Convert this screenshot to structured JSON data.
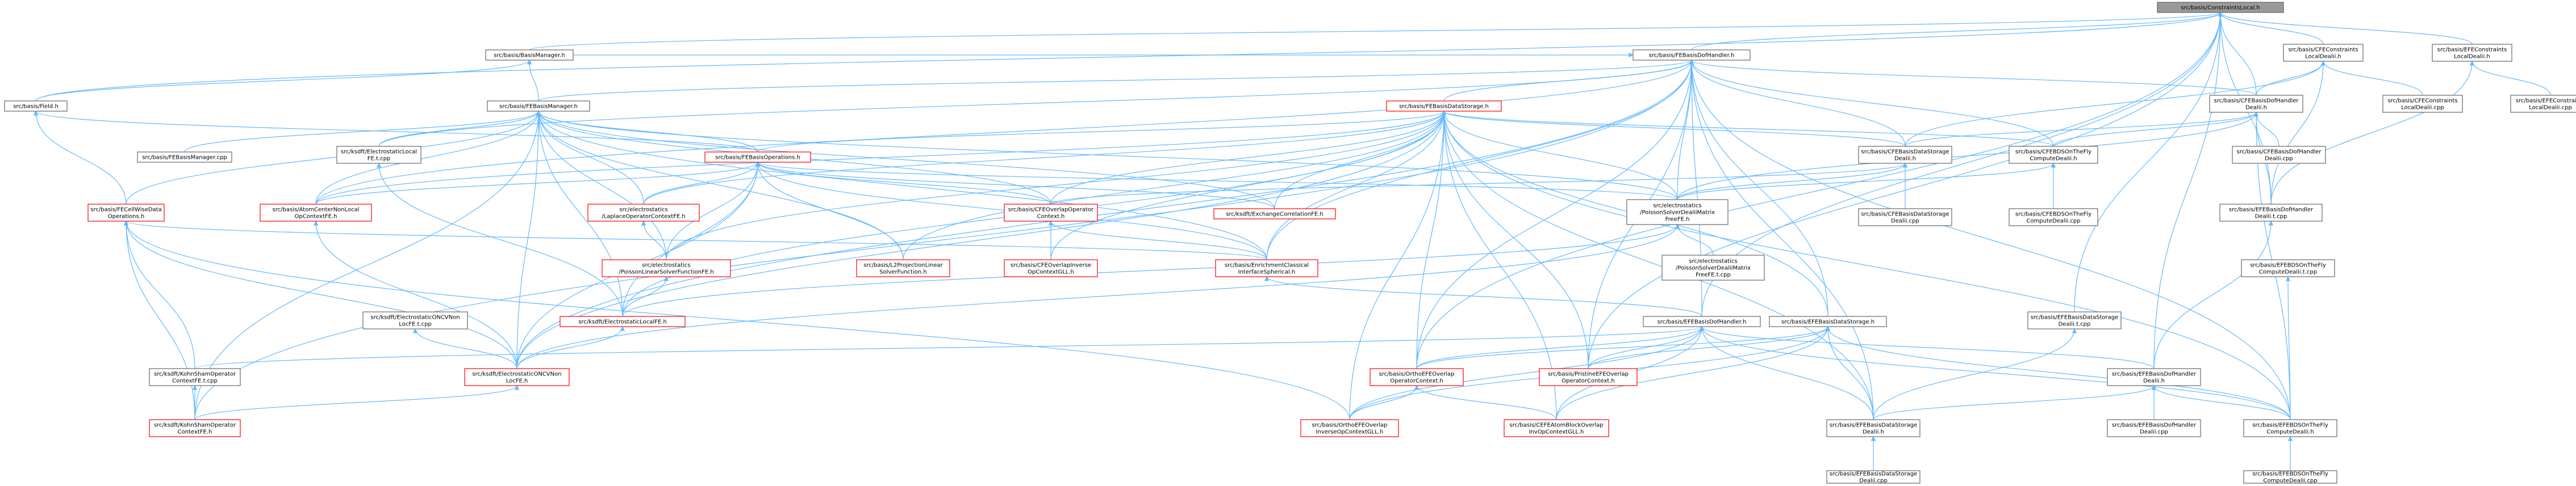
{
  "colors": {
    "edge": "#63b8ff",
    "node_fill": "#ffffff",
    "node_border": "#666666",
    "red_border": "#ff0000",
    "root_fill": "#999999",
    "root_border": "#666666"
  },
  "nodes": [
    {
      "id": "root",
      "lines": [
        "src/basis/ConstraintsLocal.h"
      ],
      "style": "root"
    },
    {
      "id": "febdof",
      "lines": [
        "src/basis/FEBasisDofHandler.h"
      ],
      "style": "normal"
    },
    {
      "id": "cfecons",
      "lines": [
        "src/basis/CFEConstraints",
        "LocalDealii.h"
      ],
      "style": "normal"
    },
    {
      "id": "efecons",
      "lines": [
        "src/basis/EFEConstraints",
        "LocalDealii.h"
      ],
      "style": "normal"
    },
    {
      "id": "bmgr",
      "lines": [
        "src/basis/BasisManager.h"
      ],
      "style": "normal"
    },
    {
      "id": "field",
      "lines": [
        "src/basis/Field.h"
      ],
      "style": "normal"
    },
    {
      "id": "cfeconsCpp",
      "lines": [
        "src/basis/CFEConstraints",
        "LocalDealii.cpp"
      ],
      "style": "normal"
    },
    {
      "id": "efeconsCpp",
      "lines": [
        "src/basis/EFEConstraints",
        "LocalDealii.cpp"
      ],
      "style": "normal"
    },
    {
      "id": "cfedof",
      "lines": [
        "src/basis/CFEBasisDofHandler",
        "Dealii.h"
      ],
      "style": "normal"
    },
    {
      "id": "febmgr",
      "lines": [
        "src/basis/FEBasisManager.h"
      ],
      "style": "normal"
    },
    {
      "id": "febds",
      "lines": [
        "src/basis/FEBasisDataStorage.h"
      ],
      "style": "red"
    },
    {
      "id": "febmgrCpp",
      "lines": [
        "src/basis/FEBasisManager.cpp"
      ],
      "style": "normal"
    },
    {
      "id": "ksdftEsLocal",
      "lines": [
        "src/ksdft/ElectrostaticLocal",
        "FE.t.cpp"
      ],
      "style": "normal"
    },
    {
      "id": "febops",
      "lines": [
        "src/basis/FEBasisOperations.h"
      ],
      "style": "red"
    },
    {
      "id": "cfebdsDealii",
      "lines": [
        "src/basis/CFEBasisDataStorage",
        "Dealii.h"
      ],
      "style": "normal"
    },
    {
      "id": "cfebdsOtf",
      "lines": [
        "src/basis/CFEBDSOnTheFly",
        "ComputeDealii.h"
      ],
      "style": "normal"
    },
    {
      "id": "cfedofCpp",
      "lines": [
        "src/basis/CFEBasisDofHandler",
        "Dealii.cpp"
      ],
      "style": "normal"
    },
    {
      "id": "cellWise",
      "lines": [
        "src/basis/FECellWiseData",
        "Operations.h"
      ],
      "style": "red"
    },
    {
      "id": "atomCenter",
      "lines": [
        "src/basis/AtomCenterNonLocal",
        "OpContextFE.h"
      ],
      "style": "red"
    },
    {
      "id": "laplace",
      "lines": [
        "src/electrostatics",
        "/LaplaceOperatorContextFE.h"
      ],
      "style": "red"
    },
    {
      "id": "cfeOverlap",
      "lines": [
        "src/basis/CFEOverlapOperator",
        "Context.h"
      ],
      "style": "red"
    },
    {
      "id": "exchange",
      "lines": [
        "src/ksdft/ExchangeCorrelationFE.h"
      ],
      "style": "red"
    },
    {
      "id": "poissonDealii",
      "lines": [
        "src/electrostatics",
        "/PoissonSolverDealiiMatrix",
        "FreeFE.h"
      ],
      "style": "normal"
    },
    {
      "id": "cfebdsDealiiCpp",
      "lines": [
        "src/basis/CFEBasisDataStorage",
        "Dealii.cpp"
      ],
      "style": "normal"
    },
    {
      "id": "cfebdsOtfCpp",
      "lines": [
        "src/basis/CFEBDSOnTheFly",
        "ComputeDealii.cpp"
      ],
      "style": "normal"
    },
    {
      "id": "efedofDealiiCpp",
      "lines": [
        "src/basis/EFEBasisDofHandler",
        "Dealii.t.cpp"
      ],
      "style": "normal"
    },
    {
      "id": "poissonLinear",
      "lines": [
        "src/electrostatics",
        "/PoissonLinearSolverFunctionFE.h"
      ],
      "style": "red"
    },
    {
      "id": "l2proj",
      "lines": [
        "src/basis/L2ProjectionLinear",
        "SolverFunction.h"
      ],
      "style": "red"
    },
    {
      "id": "cfeOverlapInv",
      "lines": [
        "src/basis/CFEOverlapInverse",
        "OpContextGLL.h"
      ],
      "style": "red"
    },
    {
      "id": "enrichment",
      "lines": [
        "src/basis/EnrichmentClassical",
        "InterfaceSpherical.h"
      ],
      "style": "red"
    },
    {
      "id": "poissonDealiiCpp",
      "lines": [
        "src/electrostatics",
        "/PoissonSolverDealiiMatrix",
        "FreeFE.t.cpp"
      ],
      "style": "normal"
    },
    {
      "id": "efebdsOtfT",
      "lines": [
        "src/basis/EFEBDSOnTheFly",
        "ComputeDealii.t.cpp"
      ],
      "style": "normal"
    },
    {
      "id": "ksdftOncv",
      "lines": [
        "src/ksdft/ElectrostaticONCVNon",
        "LocFE.t.cpp"
      ],
      "style": "normal"
    },
    {
      "id": "esLocalFE",
      "lines": [
        "src/ksdft/ElectrostaticLocalFE.h"
      ],
      "style": "red"
    },
    {
      "id": "efedof",
      "lines": [
        "src/basis/EFEBasisDofHandler.h"
      ],
      "style": "normal"
    },
    {
      "id": "efebds",
      "lines": [
        "src/basis/EFEBasisDataStorage.h"
      ],
      "style": "normal"
    },
    {
      "id": "efebdsDealiiT",
      "lines": [
        "src/basis/EFEBasisDataStorage",
        "Dealii.t.cpp"
      ],
      "style": "normal"
    },
    {
      "id": "kohnCpp",
      "lines": [
        "src/ksdft/KohnShamOperator",
        "ContextFE.t.cpp"
      ],
      "style": "normal"
    },
    {
      "id": "oncvH",
      "lines": [
        "src/ksdft/ElectrostaticONCVNon",
        "LocFE.h"
      ],
      "style": "red"
    },
    {
      "id": "orthoEfe",
      "lines": [
        "src/basis/OrthoEFEOverlap",
        "OperatorContext.h"
      ],
      "style": "red"
    },
    {
      "id": "pristine",
      "lines": [
        "src/basis/PristineEFEOverlap",
        "OperatorContext.h"
      ],
      "style": "red"
    },
    {
      "id": "efedofDealiiH",
      "lines": [
        "src/basis/EFEBasisDofHandler",
        "Dealii.h"
      ],
      "style": "normal"
    },
    {
      "id": "kohnH",
      "lines": [
        "src/ksdft/KohnShamOperator",
        "ContextFE.h"
      ],
      "style": "red"
    },
    {
      "id": "orthoInv",
      "lines": [
        "src/basis/OrthoEFEOverlap",
        "InverseOpContextGLL.h"
      ],
      "style": "red"
    },
    {
      "id": "cefeAtom",
      "lines": [
        "src/basis/CEFEAtomBlockOverlap",
        "InvOpContextGLL.h"
      ],
      "style": "red"
    },
    {
      "id": "efebdsDealiiH",
      "lines": [
        "src/basis/EFEBasisDataStorage",
        "Dealii.h"
      ],
      "style": "normal"
    },
    {
      "id": "efedofDealiiCpp2",
      "lines": [
        "src/basis/EFEBasisDofHandler",
        "Dealii.cpp"
      ],
      "style": "normal"
    },
    {
      "id": "efebdsOtfH",
      "lines": [
        "src/basis/EFEBDSOnTheFly",
        "ComputeDealii.h"
      ],
      "style": "normal"
    },
    {
      "id": "efebdsDealiiCpp",
      "lines": [
        "src/basis/EFEBasisDataStorage",
        "Dealii.cpp"
      ],
      "style": "normal"
    },
    {
      "id": "efebdsOtfCpp",
      "lines": [
        "src/basis/EFEBDSOnTheFly",
        "ComputeDealii.cpp"
      ],
      "style": "normal"
    }
  ],
  "edges": [
    [
      "root",
      "febdof"
    ],
    [
      "root",
      "cfecons"
    ],
    [
      "root",
      "efecons"
    ],
    [
      "root",
      "bmgr"
    ],
    [
      "root",
      "field"
    ],
    [
      "root",
      "cfedof"
    ],
    [
      "root",
      "efedof"
    ],
    [
      "root",
      "efedofDealiiH"
    ],
    [
      "root",
      "efebdsDealiiT"
    ],
    [
      "root",
      "pristine"
    ],
    [
      "root",
      "orthoEfe"
    ],
    [
      "root",
      "efedofDealiiCpp"
    ],
    [
      "cfecons",
      "cfeconsCpp"
    ],
    [
      "cfecons",
      "cfedof"
    ],
    [
      "cfecons",
      "cfebdsDealii"
    ],
    [
      "cfecons",
      "efedofDealiiCpp"
    ],
    [
      "efecons",
      "efeconsCpp"
    ],
    [
      "efecons",
      "efedofDealiiCpp"
    ],
    [
      "bmgr",
      "field"
    ],
    [
      "bmgr",
      "febmgr"
    ],
    [
      "field",
      "febops"
    ],
    [
      "field",
      "cellWise"
    ],
    [
      "febdof",
      "bmgr"
    ],
    [
      "febdof",
      "febmgr"
    ],
    [
      "febdof",
      "febds"
    ],
    [
      "febdof",
      "cfedof"
    ],
    [
      "febdof",
      "cfebdsDealii"
    ],
    [
      "febdof",
      "cfebdsOtf"
    ],
    [
      "febdof",
      "ksdftEsLocal"
    ],
    [
      "febdof",
      "efebds"
    ],
    [
      "febdof",
      "efedof"
    ],
    [
      "febdof",
      "orthoEfe"
    ],
    [
      "febdof",
      "pristine"
    ],
    [
      "febdof",
      "efebdsDealiiH"
    ],
    [
      "febdof",
      "efebdsOtfH"
    ],
    [
      "febdof",
      "poissonDealii"
    ],
    [
      "febdof",
      "enrichment"
    ],
    [
      "febdof",
      "atomCenter"
    ],
    [
      "febdof",
      "oncvH"
    ],
    [
      "febdof",
      "kohnH"
    ],
    [
      "cfedof",
      "cfedofCpp"
    ],
    [
      "cfedof",
      "cfebdsOtf"
    ],
    [
      "cfedof",
      "efebdsOtfH"
    ],
    [
      "cfedof",
      "cfebdsDealii"
    ],
    [
      "cfedof",
      "poissonDealii"
    ],
    [
      "febmgr",
      "febmgrCpp"
    ],
    [
      "febmgr",
      "febops"
    ],
    [
      "febmgr",
      "ksdftEsLocal"
    ],
    [
      "febmgr",
      "cellWise"
    ],
    [
      "febmgr",
      "atomCenter"
    ],
    [
      "febmgr",
      "laplace"
    ],
    [
      "febmgr",
      "cfeOverlap"
    ],
    [
      "febmgr",
      "poissonDealii"
    ],
    [
      "febmgr",
      "poissonLinear"
    ],
    [
      "febmgr",
      "l2proj"
    ],
    [
      "febmgr",
      "enrichment"
    ],
    [
      "febmgr",
      "esLocalFE"
    ],
    [
      "febmgr",
      "oncvH"
    ],
    [
      "febmgr",
      "kohnH"
    ],
    [
      "febmgr",
      "exchange"
    ],
    [
      "febds",
      "febops"
    ],
    [
      "febds",
      "cfebdsDealii"
    ],
    [
      "febds",
      "cfebdsOtf"
    ],
    [
      "febds",
      "exchange"
    ],
    [
      "febds",
      "laplace"
    ],
    [
      "febds",
      "cfeOverlap"
    ],
    [
      "febds",
      "poissonDealii"
    ],
    [
      "febds",
      "poissonLinear"
    ],
    [
      "febds",
      "l2proj"
    ],
    [
      "febds",
      "enrichment"
    ],
    [
      "febds",
      "esLocalFE"
    ],
    [
      "febds",
      "efebds"
    ],
    [
      "febds",
      "orthoEfe"
    ],
    [
      "febds",
      "pristine"
    ],
    [
      "febds",
      "orthoInv"
    ],
    [
      "febds",
      "cefeAtom"
    ],
    [
      "febds",
      "oncvH"
    ],
    [
      "febds",
      "efebdsDealiiH"
    ],
    [
      "febds",
      "efebdsOtfH"
    ],
    [
      "febds",
      "atomCenter"
    ],
    [
      "febds",
      "cfeOverlapInv"
    ],
    [
      "febops",
      "laplace"
    ],
    [
      "febops",
      "cfeOverlap"
    ],
    [
      "febops",
      "poissonLinear"
    ],
    [
      "febops",
      "l2proj"
    ],
    [
      "febops",
      "enrichment"
    ],
    [
      "febops",
      "esLocalFE"
    ],
    [
      "febops",
      "atomCenter"
    ],
    [
      "febops",
      "exchange"
    ],
    [
      "febops",
      "oncvH"
    ],
    [
      "febops",
      "poissonDealii"
    ],
    [
      "ksdftEsLocal",
      "esLocalFE"
    ],
    [
      "cfebdsDealii",
      "cfebdsDealiiCpp"
    ],
    [
      "cfebdsDealii",
      "cfeOverlap"
    ],
    [
      "cfebdsDealii",
      "poissonDealii"
    ],
    [
      "cfebdsOtf",
      "cfebdsOtfCpp"
    ],
    [
      "cfebdsOtf",
      "poissonDealii"
    ],
    [
      "cfedof",
      "efedofDealiiCpp"
    ],
    [
      "cellWise",
      "kohnCpp"
    ],
    [
      "cellWise",
      "kohnH"
    ],
    [
      "cellWise",
      "oncvH"
    ],
    [
      "cellWise",
      "orthoInv"
    ],
    [
      "cellWise",
      "enrichment"
    ],
    [
      "atomCenter",
      "oncvH"
    ],
    [
      "laplace",
      "poissonLinear"
    ],
    [
      "cfeOverlap",
      "cfeOverlapInv"
    ],
    [
      "cfeOverlap",
      "enrichment"
    ],
    [
      "poissonDealii",
      "poissonDealiiCpp"
    ],
    [
      "poissonDealii",
      "esLocalFE"
    ],
    [
      "poissonDealii",
      "oncvH"
    ],
    [
      "poissonLinear",
      "esLocalFE"
    ],
    [
      "enrichment",
      "efedof"
    ],
    [
      "efedofDealiiCpp",
      "efedofDealiiH"
    ],
    [
      "efebdsOtfT",
      "efebdsOtfH"
    ],
    [
      "ksdftOncv",
      "oncvH"
    ],
    [
      "esLocalFE",
      "oncvH"
    ],
    [
      "efedof",
      "orthoEfe"
    ],
    [
      "efedof",
      "pristine"
    ],
    [
      "efedof",
      "efedofDealiiH"
    ],
    [
      "efedof",
      "efebdsDealiiH"
    ],
    [
      "efedof",
      "efebdsOtfH"
    ],
    [
      "efedof",
      "orthoInv"
    ],
    [
      "efedof",
      "cefeAtom"
    ],
    [
      "efedof",
      "kohnCpp"
    ],
    [
      "efebds",
      "orthoEfe"
    ],
    [
      "efebds",
      "pristine"
    ],
    [
      "efebds",
      "efebdsDealiiH"
    ],
    [
      "efebds",
      "efebdsOtfH"
    ],
    [
      "efebds",
      "orthoInv"
    ],
    [
      "efebds",
      "cefeAtom"
    ],
    [
      "efebdsDealiiT",
      "efebdsDealiiH"
    ],
    [
      "kohnCpp",
      "kohnH"
    ],
    [
      "oncvH",
      "kohnH"
    ],
    [
      "orthoEfe",
      "orthoInv"
    ],
    [
      "orthoEfe",
      "cefeAtom"
    ],
    [
      "efedofDealiiH",
      "efedofDealiiCpp2"
    ],
    [
      "efedofDealiiH",
      "efebdsDealiiH"
    ],
    [
      "efedofDealiiH",
      "efebdsOtfH"
    ],
    [
      "efebdsDealiiH",
      "efebdsDealiiCpp"
    ],
    [
      "efebdsOtfH",
      "efebdsOtfCpp"
    ]
  ]
}
